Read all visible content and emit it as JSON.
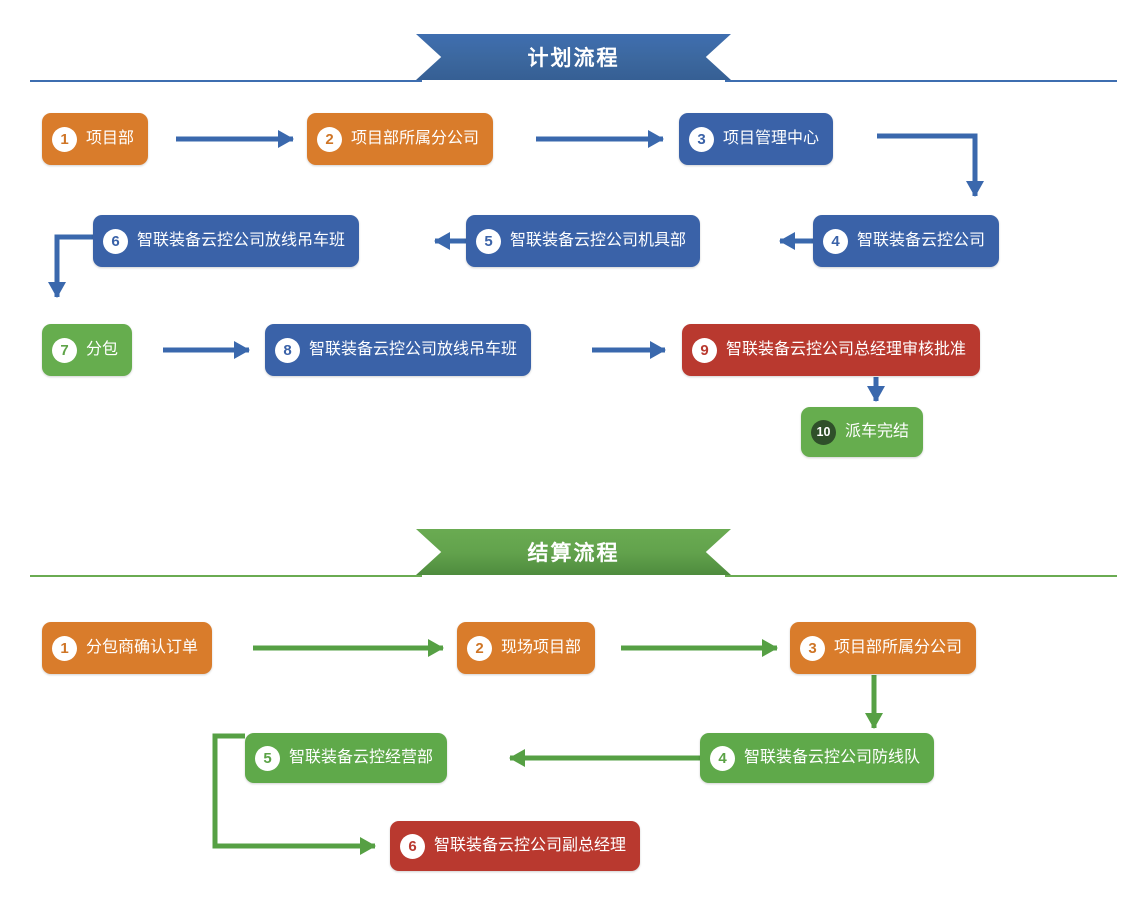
{
  "sections": [
    {
      "id": "plan",
      "title": "计划流程",
      "accent": "#3e6eb0",
      "nodes": [
        {
          "num": "1",
          "label": "项目部",
          "color": "orange"
        },
        {
          "num": "2",
          "label": "项目部所属分公司",
          "color": "orange"
        },
        {
          "num": "3",
          "label": "项目管理中心",
          "color": "blue"
        },
        {
          "num": "4",
          "label": "智联装备云控公司",
          "color": "blue"
        },
        {
          "num": "5",
          "label": "智联装备云控公司机具部",
          "color": "blue"
        },
        {
          "num": "6",
          "label": "智联装备云控公司放线吊车班",
          "color": "blue"
        },
        {
          "num": "7",
          "label": "分包",
          "color": "green"
        },
        {
          "num": "8",
          "label": "智联装备云控公司放线吊车班",
          "color": "blue"
        },
        {
          "num": "9",
          "label": "智联装备云控公司总经理审核批准",
          "color": "red"
        },
        {
          "num": "10",
          "label": "派车完结",
          "color": "green"
        }
      ],
      "flow": "1 → 2 → 3 → 4 → 5 → 6 → 7 → 8 → 9 → 10"
    },
    {
      "id": "settlement",
      "title": "结算流程",
      "accent": "#6aab52",
      "nodes": [
        {
          "num": "1",
          "label": "分包商确认订单",
          "color": "orange"
        },
        {
          "num": "2",
          "label": "现场项目部",
          "color": "orange"
        },
        {
          "num": "3",
          "label": "项目部所属分公司",
          "color": "orange"
        },
        {
          "num": "4",
          "label": "智联装备云控公司防线队",
          "color": "green"
        },
        {
          "num": "5",
          "label": "智联装备云控经营部",
          "color": "green"
        },
        {
          "num": "6",
          "label": "智联装备云控公司副总经理",
          "color": "red"
        }
      ],
      "flow": "1 → 2 → 3 → 4 → 5 → 6"
    }
  ],
  "palette": {
    "orange": "#d97c2b",
    "blue": "#3a62a8",
    "green": "#66ad4e",
    "red": "#b9392f",
    "arrow_blue": "#3a68ad",
    "arrow_green": "#56a044",
    "background": "#ffffff"
  }
}
